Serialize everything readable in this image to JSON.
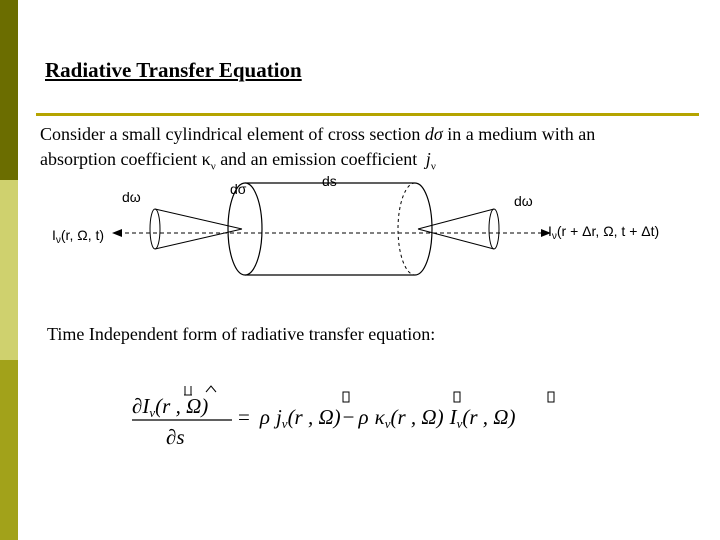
{
  "slide": {
    "title": "Radiative Transfer Equation",
    "intro": {
      "part1": "Consider a small cylindrical element of cross section ",
      "dsigma": "dσ",
      "part2": " in a medium with an",
      "part3": "absorption coefficient ",
      "kappa": "κ",
      "nu": "ν",
      "part4": " and an emission coefficient ",
      "j": "j",
      "jnu": "ν"
    },
    "subtitle": "Time Independent form of radiative transfer equation:"
  },
  "diagram": {
    "ds_label": "ds",
    "dsigma_label": "dσ",
    "domega_left": "dω",
    "domega_right": "dω",
    "left_intensity": "I",
    "left_sub": "ν",
    "left_args": "(r, Ω, t)",
    "right_intensity": "I",
    "right_sub": "ν",
    "right_args": "(r + Δr, Ω, t + Δt)"
  },
  "equation": {
    "lhs_num_d": "∂",
    "lhs_num_I": "I",
    "lhs_num_sub": "ν",
    "lhs_num_args": "(r , Ω)",
    "lhs_den": "∂s",
    "equals": "=",
    "rho1": "ρ",
    "j": "j",
    "j_sub": "ν",
    "args1": "(r , Ω)",
    "minus": "−",
    "rho2": "ρ",
    "kappa": "κ",
    "kappa_sub": "ν",
    "args2": "(r , Ω)",
    "I": "I",
    "I_sub": "ν",
    "args3": "(r , Ω)"
  },
  "colors": {
    "left_bar_top": "#6b6d00",
    "left_bar_mid": "#cfd16e",
    "left_bar_bottom": "#a2a21a",
    "rule": "#b5a400"
  }
}
